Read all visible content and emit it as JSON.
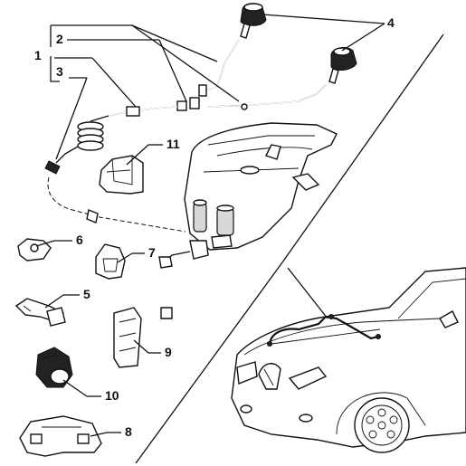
{
  "callouts": {
    "c1": "1",
    "c2": "2",
    "c3": "3",
    "c4": "4",
    "c5": "5",
    "c6": "6",
    "c7": "7",
    "c8": "8",
    "c9": "9",
    "c10": "10",
    "c11": "11"
  },
  "colors": {
    "ink": "#111111",
    "paper": "#ffffff",
    "shade": "#d8d8d8"
  }
}
